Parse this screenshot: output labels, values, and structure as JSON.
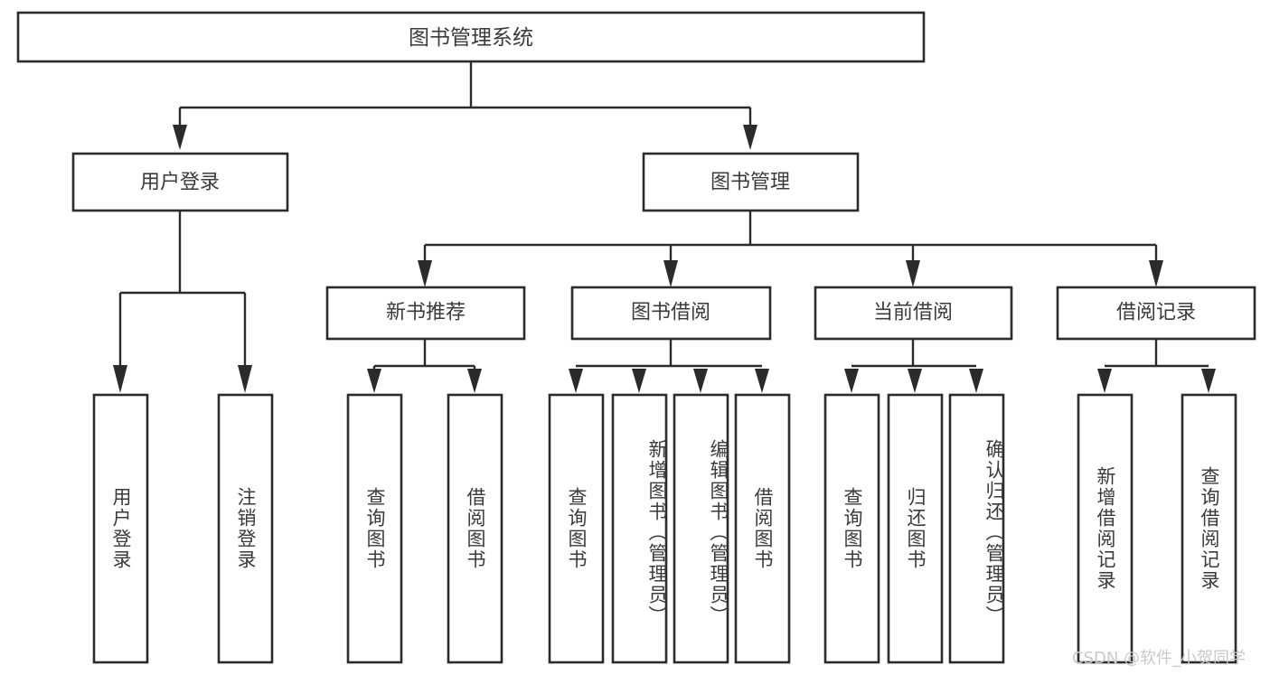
{
  "diagram": {
    "type": "tree",
    "title": "图书管理系统",
    "root": {
      "label": "图书管理系统",
      "orientation": "horizontal"
    },
    "level1": [
      {
        "label": "用户登录",
        "orientation": "horizontal"
      },
      {
        "label": "图书管理",
        "orientation": "horizontal"
      }
    ],
    "level2": [
      {
        "label": "新书推荐",
        "orientation": "horizontal",
        "parent": "图书管理"
      },
      {
        "label": "图书借阅",
        "orientation": "horizontal",
        "parent": "图书管理"
      },
      {
        "label": "当前借阅",
        "orientation": "horizontal",
        "parent": "图书管理"
      },
      {
        "label": "借阅记录",
        "orientation": "horizontal",
        "parent": "图书管理"
      }
    ],
    "leaves": [
      {
        "label": "用户登录",
        "parent": "用户登录",
        "orientation": "vertical"
      },
      {
        "label": "注销登录",
        "parent": "用户登录",
        "orientation": "vertical"
      },
      {
        "label": "查询图书",
        "parent": "新书推荐",
        "orientation": "vertical"
      },
      {
        "label": "借阅图书",
        "parent": "新书推荐",
        "orientation": "vertical"
      },
      {
        "label": "查询图书",
        "parent": "图书借阅",
        "orientation": "vertical"
      },
      {
        "label": "新增图书（管理员）",
        "parent": "图书借阅",
        "orientation": "vertical"
      },
      {
        "label": "编辑图书（管理员）",
        "parent": "图书借阅",
        "orientation": "vertical"
      },
      {
        "label": "借阅图书",
        "parent": "图书借阅",
        "orientation": "vertical"
      },
      {
        "label": "查询图书",
        "parent": "当前借阅",
        "orientation": "vertical"
      },
      {
        "label": "归还图书",
        "parent": "当前借阅",
        "orientation": "vertical"
      },
      {
        "label": "确认归还（管理员）",
        "parent": "当前借阅",
        "orientation": "vertical"
      },
      {
        "label": "新增借阅记录",
        "parent": "借阅记录",
        "orientation": "vertical"
      },
      {
        "label": "查询借阅记录",
        "parent": "借阅记录",
        "orientation": "vertical"
      }
    ],
    "colors": {
      "background": "#ffffff",
      "node_fill": "#ffffff",
      "node_stroke": "#2b2b2b",
      "text": "#3a3a3a",
      "connector": "#2b2b2b",
      "watermark": "#c9c9c9"
    }
  },
  "watermark": {
    "text": "CSDN @软件_小贺同学"
  }
}
